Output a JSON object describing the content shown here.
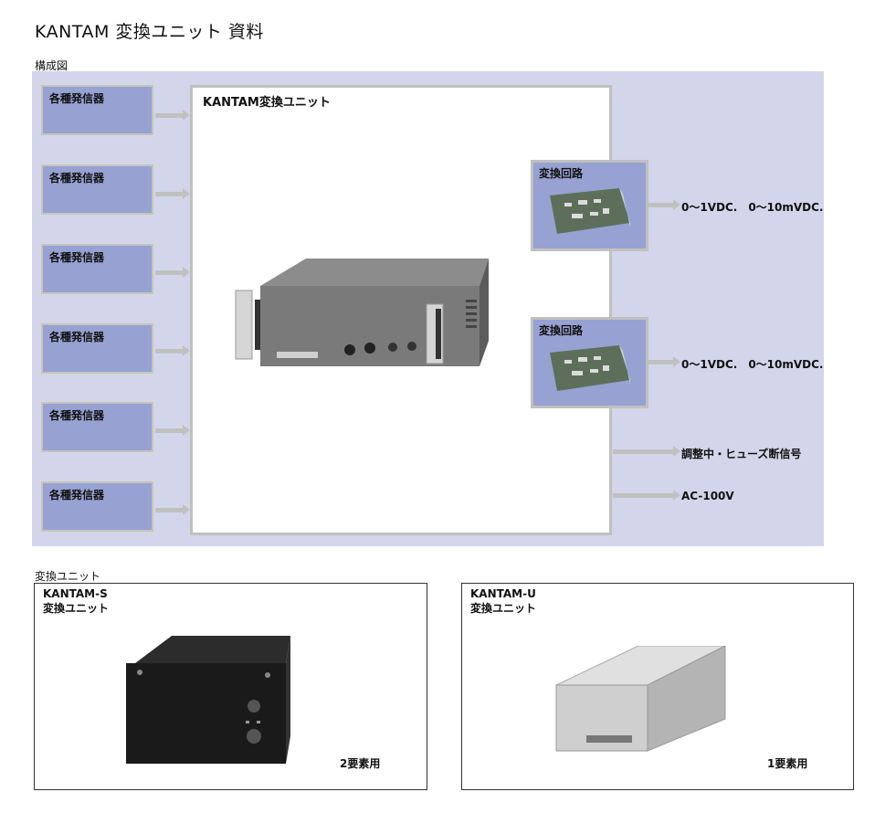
{
  "page": {
    "title": "KANTAM 変換ユニット 資料",
    "section_diagram": "構成図",
    "section_units": "変換ユニット"
  },
  "diagram": {
    "generator_label": "各種発信器",
    "generators": [
      "各種発信器",
      "各種発信器",
      "各種発信器",
      "各種発信器",
      "各種発信器",
      "各種発信器"
    ],
    "unit_label": "KANTAM変換ユニット",
    "converter_label": "変換回路",
    "outputs": {
      "signal_1": "0～1VDC.　0～10mVDC.",
      "signal_2": "0～1VDC.　0～10mVDC.",
      "alarm": "調整中・ヒューズ断信号",
      "power": "AC-100V"
    }
  },
  "units": [
    {
      "model": "KANTAM-S",
      "type": "変換ユニット",
      "note": "2要素用"
    },
    {
      "model": "KANTAM-U",
      "type": "変換ユニット",
      "note": "1要素用"
    }
  ],
  "colors": {
    "diagram_bg": "#d3d6ea",
    "box_blue": "#97a2d2",
    "border_gray": "#c0c0c0"
  }
}
